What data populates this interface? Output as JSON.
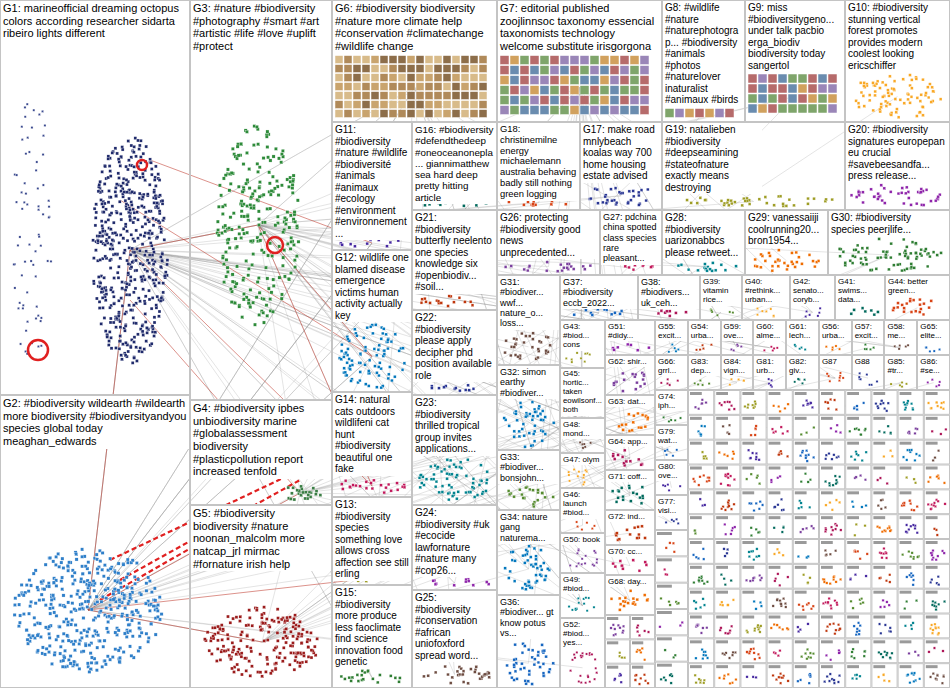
{
  "diagram": {
    "nodes": [
      {
        "text": [
          "G1: marineofficial dreaming octopus colors according researcher sidarta ribeiro lights different"
        ]
      },
      {
        "text": [
          "G2: #biodiversity wildearth #wildearth more biodiversity #biodiversityandyou species global today meaghan_edwards"
        ]
      },
      {
        "text": [
          "G3: #nature #biodiversity #photography #smart #art #artistic #life #love #uplift #protect"
        ]
      },
      {
        "text": [
          "G4: #biodiversity ipbes unbiodiversity marine #globalassessment biodiversity #plasticpollution report increased tenfold"
        ]
      },
      {
        "text": [
          "G5: #biodiversity biodiversity #nature noonan_malcolm more natcap_jrl mirmac #fornature irish help"
        ]
      },
      {
        "text": [
          "G6: #biodiversity biodiversity #nature more climate help #conservation #climatechange #wildlife change"
        ]
      },
      {
        "text": [
          "G7: editorial published zoojlinnsoc taxonomy essencial taxonomists technology welcome substitute irisgorgona"
        ]
      },
      {
        "text": [
          "G8: #wildlife #nature #naturephotograp... #biodiversity #animals #photos #naturelover inaturalist #animaux #birds"
        ]
      },
      {
        "text": [
          "G9: miss #biodiversitygeno... under talk pacbio erga_biodiv biodiversity today sangertol"
        ]
      },
      {
        "text": [
          "G10: #biodiversity stunning vertical forest promotes provides modern coolest looking ericschiffer"
        ]
      },
      {
        "text": [
          "G11: #biodiversity #nature #wildlife #biodiversité #animals #animaux #ecology #environment #environnement..."
        ]
      },
      {
        "text": [
          "G16: #biodiversity #defendthedeep #oneoceanonepla... giannimatthew sea hard deep pretty hitting article"
        ]
      },
      {
        "text": [
          "G18: christinemilne energy michaelemann australia behaving badly still nothing green logging"
        ]
      },
      {
        "text": [
          "G17: make road mnlybeach koalas way 700 home housing estate advised"
        ]
      },
      {
        "text": [
          "G19: natalieben #biodiversity #deepseamining #stateofnature exactly means destroying"
        ]
      },
      {
        "text": [
          "G20: #biodiversity signatures europepan eu crucial #savebeesandfa... press release..."
        ]
      },
      {
        "text": [
          "G12: wildlife one blamed disease emergence victims human activity actually key"
        ]
      },
      {
        "text": [
          "G21: #biodiversity butterfly neelento one species knowledge six #openbiodiv... #soil..."
        ]
      },
      {
        "text": [
          "G26: protecting #biodiversity good news unprecedented..."
        ]
      },
      {
        "text": [
          "G27: pdchina china spotted class species rare pleasant..."
        ]
      },
      {
        "text": [
          "G28: #biodiversity uarizonabbcs please retweet..."
        ]
      },
      {
        "text": [
          "G29: vanessaiiji coolrunning20... bron1954..."
        ]
      },
      {
        "text": [
          "G30: #biodiversity species peerjlife..."
        ]
      },
      {
        "text": [
          "G31: #biodiver... wwf... nature_o... loss..."
        ]
      },
      {
        "text": [
          "G37: #biodiversity eccb_2022..."
        ]
      },
      {
        "text": [
          "G38: #biodivers... uk_ceh..."
        ]
      },
      {
        "text": [
          "G39: vitamin rice..."
        ]
      },
      {
        "text": [
          "G40: #rethink... urban..."
        ]
      },
      {
        "text": [
          "G42: senato... coryb..."
        ]
      },
      {
        "text": [
          "G41: swims... data..."
        ]
      },
      {
        "text": [
          "G44: better green..."
        ]
      },
      {
        "text": [
          "G22: #biodiversity please apply decipher phd position available role"
        ]
      },
      {
        "text": [
          "G43: #biod... cons"
        ]
      },
      {
        "text": [
          "G51: #didy..."
        ]
      },
      {
        "text": [
          "G55: excit..."
        ]
      },
      {
        "text": [
          "G54: urba..."
        ]
      },
      {
        "text": [
          "G59: ove..."
        ]
      },
      {
        "text": [
          "G60: alme..."
        ]
      },
      {
        "text": [
          "G61: lech..."
        ]
      },
      {
        "text": [
          "G56: urba..."
        ]
      },
      {
        "text": [
          "G57: excit..."
        ]
      },
      {
        "text": [
          "G58: me..."
        ]
      },
      {
        "text": [
          "G65: elite..."
        ]
      },
      {
        "text": [
          "G66: grrl..."
        ]
      },
      {
        "text": [
          "G83: dep..."
        ]
      },
      {
        "text": [
          "G84: vign..."
        ]
      },
      {
        "text": [
          "G81: urb..."
        ]
      },
      {
        "text": [
          "G82: giv..."
        ]
      },
      {
        "text": [
          "G87"
        ]
      },
      {
        "text": [
          "G88"
        ]
      },
      {
        "text": [
          "G85: #tr..."
        ]
      },
      {
        "text": [
          "G86: #se..."
        ]
      },
      {
        "text": [
          "G32: simon earthy #biodiver..."
        ]
      },
      {
        "text": [
          "G45: hortic... taken eowilsonf... both"
        ]
      },
      {
        "text": [
          "G62: shir..."
        ]
      },
      {
        "text": [
          "G14: natural cats outdoors wildlifeni cat hunt #biodiversity beautiful one fake"
        ]
      },
      {
        "text": [
          "G23: #biodiversity thrilled tropical group invites applications..."
        ]
      },
      {
        "text": [
          "G63: dat..."
        ]
      },
      {
        "text": [
          "G74: iph..."
        ]
      },
      {
        "text": [
          "G48: mond..."
        ]
      },
      {
        "text": [
          "G79: wat..."
        ]
      },
      {
        "text": [
          "G64: app..."
        ]
      },
      {
        "text": [
          "G33: #biodiver... bonsjohn..."
        ]
      },
      {
        "text": [
          "G47: olym"
        ]
      },
      {
        "text": [
          "G80: ove..."
        ]
      },
      {
        "text": [
          "G71: coff..."
        ]
      },
      {
        "text": [
          "G46: launch #biod..."
        ]
      },
      {
        "text": [
          "G77: visi..."
        ]
      },
      {
        "text": [
          "G13: #biodiversity species something love allows cross affection see still erling"
        ]
      },
      {
        "text": [
          "G24: #biodiversity #uk #ecocide lawfornature #nature many #cop26..."
        ]
      },
      {
        "text": [
          "G34: nature gang naturema..."
        ]
      },
      {
        "text": [
          "G72: ind..."
        ]
      },
      {
        "text": [
          "G50: book"
        ]
      },
      {
        "text": [
          "G70: cc..."
        ]
      },
      {
        "text": [
          "G49: #biod..."
        ]
      },
      {
        "text": [
          "G68: day..."
        ]
      },
      {
        "text": [
          "G15: #biodiversity more produce less faoclimate find science innovation food genetic"
        ]
      },
      {
        "text": [
          "G25: #biodiversity #conservation #african uniofoxford spread word..."
        ]
      },
      {
        "text": [
          "G36: #biodiver... gt know potus vs..."
        ]
      },
      {
        "text": [
          "G52: #biod... yes..."
        ]
      }
    ]
  }
}
